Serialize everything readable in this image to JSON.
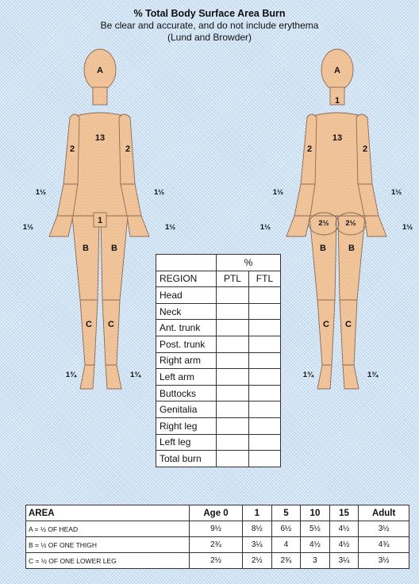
{
  "header": {
    "title": "% Total Body Surface Area Burn",
    "subtitle": "Be clear and accurate, and do not include erythema",
    "source": "(Lund and Browder)"
  },
  "anterior_labels": {
    "head": "A",
    "trunk": "13",
    "upper_arm_left": "2",
    "upper_arm_right": "2",
    "forearm_left": "1½",
    "forearm_right": "1½",
    "hand_left": "1½",
    "hand_right": "1½",
    "genitalia": "1",
    "thigh_left": "B",
    "thigh_right": "B",
    "lower_leg_left": "C",
    "lower_leg_right": "C",
    "foot_left": "1¾",
    "foot_right": "1¾"
  },
  "posterior_labels": {
    "head": "A",
    "neck": "1",
    "trunk": "13",
    "upper_arm_left": "2",
    "upper_arm_right": "2",
    "forearm_left": "1½",
    "forearm_right": "1½",
    "hand_left": "1½",
    "hand_right": "1½",
    "buttock_left": "2½",
    "buttock_right": "2½",
    "thigh_left": "B",
    "thigh_right": "B",
    "lower_leg_left": "C",
    "lower_leg_right": "C",
    "foot_left": "1¾",
    "foot_right": "1¾"
  },
  "region_table": {
    "percent_header": "%",
    "columns": [
      "REGION",
      "PTL",
      "FTL"
    ],
    "rows": [
      "Head",
      "Neck",
      "Ant. trunk",
      "Post. trunk",
      "Right arm",
      "Left arm",
      "Buttocks",
      "Genitalia",
      "Right leg",
      "Left leg",
      "Total burn"
    ]
  },
  "age_table": {
    "headers": [
      "AREA",
      "Age 0",
      "1",
      "5",
      "10",
      "15",
      "Adult"
    ],
    "rows": [
      {
        "area": "A = ½ OF HEAD",
        "values": [
          "9½",
          "8½",
          "6½",
          "5½",
          "4½",
          "3½"
        ]
      },
      {
        "area": "B = ½ OF ONE THIGH",
        "values": [
          "2¾",
          "3¼",
          "4",
          "4½",
          "4½",
          "4¾"
        ]
      },
      {
        "area": "C = ½ OF ONE LOWER LEG",
        "values": [
          "2½",
          "2½",
          "2¾",
          "3",
          "3¼",
          "3½"
        ]
      }
    ]
  }
}
